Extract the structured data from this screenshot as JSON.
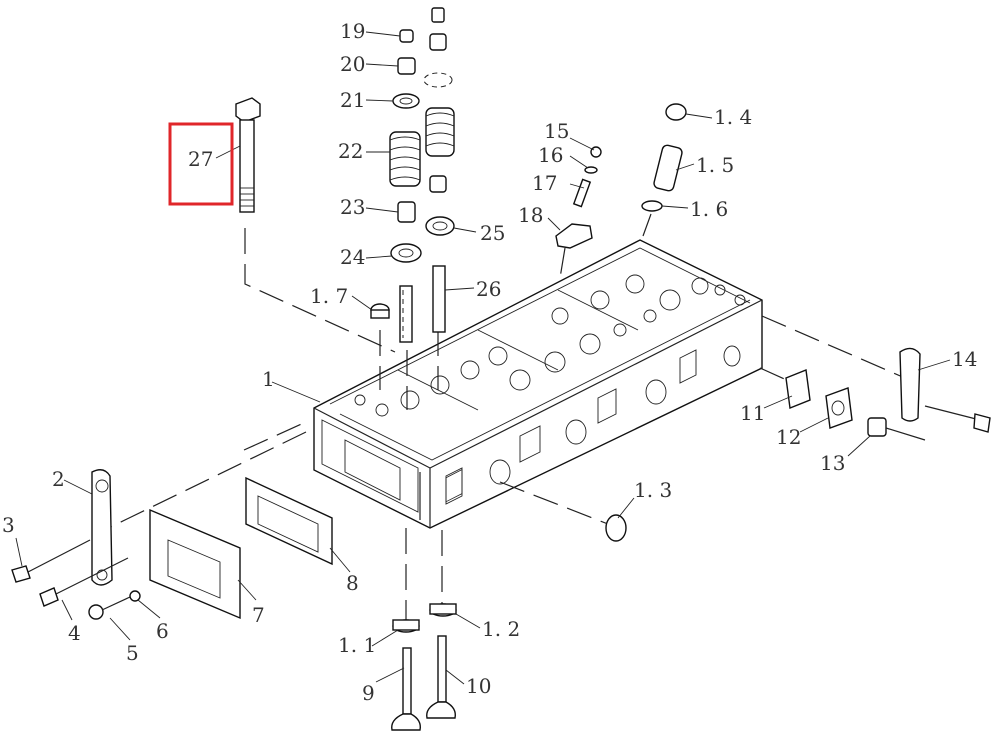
{
  "diagram": {
    "labels": {
      "l1": "1",
      "l1_1": "1. 1",
      "l1_2": "1. 2",
      "l1_3": "1. 3",
      "l1_4": "1. 4",
      "l1_5": "1. 5",
      "l1_6": "1. 6",
      "l1_7": "1. 7",
      "l2": "2",
      "l3": "3",
      "l4": "4",
      "l5": "5",
      "l6": "6",
      "l7": "7",
      "l8": "8",
      "l9": "9",
      "l10": "10",
      "l11": "11",
      "l12": "12",
      "l13": "13",
      "l14": "14",
      "l15": "15",
      "l16": "16",
      "l17": "17",
      "l18": "18",
      "l19": "19",
      "l20": "20",
      "l21": "21",
      "l22": "22",
      "l23": "23",
      "l24": "24",
      "l25": "25",
      "l26": "26",
      "l27": "27"
    },
    "highlight": {
      "part": "27",
      "color": "#e0262a"
    }
  }
}
